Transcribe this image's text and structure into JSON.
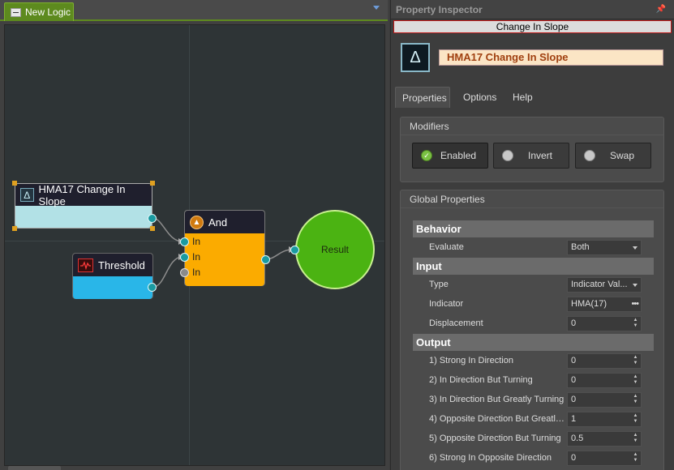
{
  "tab": {
    "label": "New Logic"
  },
  "canvas": {
    "nodes": {
      "hma": {
        "title": "HMA17 Change In Slope",
        "icon": "delta-icon",
        "color": "#b2e1e6"
      },
      "threshold": {
        "title": "Threshold",
        "icon": "waveform-icon",
        "color": "#29b6e8"
      },
      "and": {
        "title": "And",
        "icon": "up-chevron-icon",
        "color": "#fbab00",
        "inputs": [
          "In",
          "In",
          "In"
        ]
      },
      "result": {
        "title": "Result",
        "color": "#4bb312"
      }
    }
  },
  "inspector": {
    "title": "Property Inspector",
    "selected": "Change In Slope",
    "name": "HMA17 Change In Slope",
    "tabs": [
      "Properties",
      "Options",
      "Help"
    ],
    "modifiers": {
      "title": "Modifiers",
      "buttons": [
        "Enabled",
        "Invert",
        "Swap"
      ]
    },
    "global": {
      "title": "Global Properties",
      "behavior": {
        "header": "Behavior",
        "rows": [
          {
            "label": "Evaluate",
            "value": "Both"
          }
        ]
      },
      "input": {
        "header": "Input",
        "rows": [
          {
            "label": "Type",
            "value": "Indicator Val..."
          },
          {
            "label": "Indicator",
            "value": "HMA(17)"
          },
          {
            "label": "Displacement",
            "value": "0"
          }
        ]
      },
      "output": {
        "header": "Output",
        "rows": [
          {
            "label": "1) Strong In Direction",
            "value": "0"
          },
          {
            "label": "2) In Direction But Turning",
            "value": "0"
          },
          {
            "label": "3) In Direction But Greatly Turning",
            "value": "0"
          },
          {
            "label": "4) Opposite Direction But Greatly ...",
            "value": "1"
          },
          {
            "label": "5) Opposite Direction But Turning",
            "value": "0.5"
          },
          {
            "label": "6) Strong In Opposite Direction",
            "value": "0"
          }
        ]
      }
    }
  }
}
